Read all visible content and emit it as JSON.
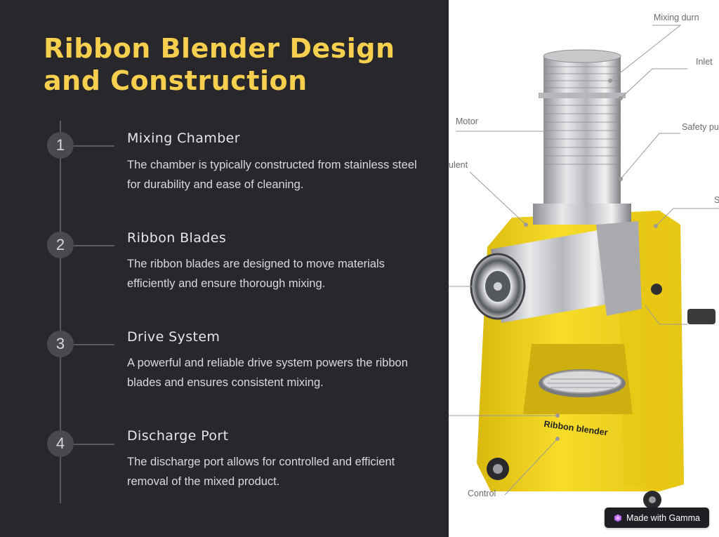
{
  "title": "Ribbon Blender Design and Construction",
  "steps": [
    {
      "number": "1",
      "title": "Mixing Chamber",
      "description": "The chamber is typically constructed from stainless steel for durability and ease of cleaning."
    },
    {
      "number": "2",
      "title": "Ribbon Blades",
      "description": "The ribbon blades are designed to move materials efficiently and ensure thorough mixing."
    },
    {
      "number": "3",
      "title": "Drive System",
      "description": "A powerful and reliable drive system powers the ribbon blades and ensures consistent mixing."
    },
    {
      "number": "4",
      "title": "Discharge Port",
      "description": "The discharge port allows for controlled and efficient removal of the mixed product."
    }
  ],
  "image": {
    "machine_label": "Ribbon blender",
    "callouts": {
      "mixing_drum": "Mixing durn",
      "inlet": "Inlet",
      "motor": "Motor",
      "safety": "Safety pu",
      "ulent": "ulent",
      "s": "S",
      "control": "Control"
    }
  },
  "badge": {
    "label": "Made with Gamma",
    "icon": "gamma-logo-icon"
  },
  "colors": {
    "background": "#28272b",
    "accent": "#f7cf4f",
    "machine_yellow": "#f2d21c"
  }
}
